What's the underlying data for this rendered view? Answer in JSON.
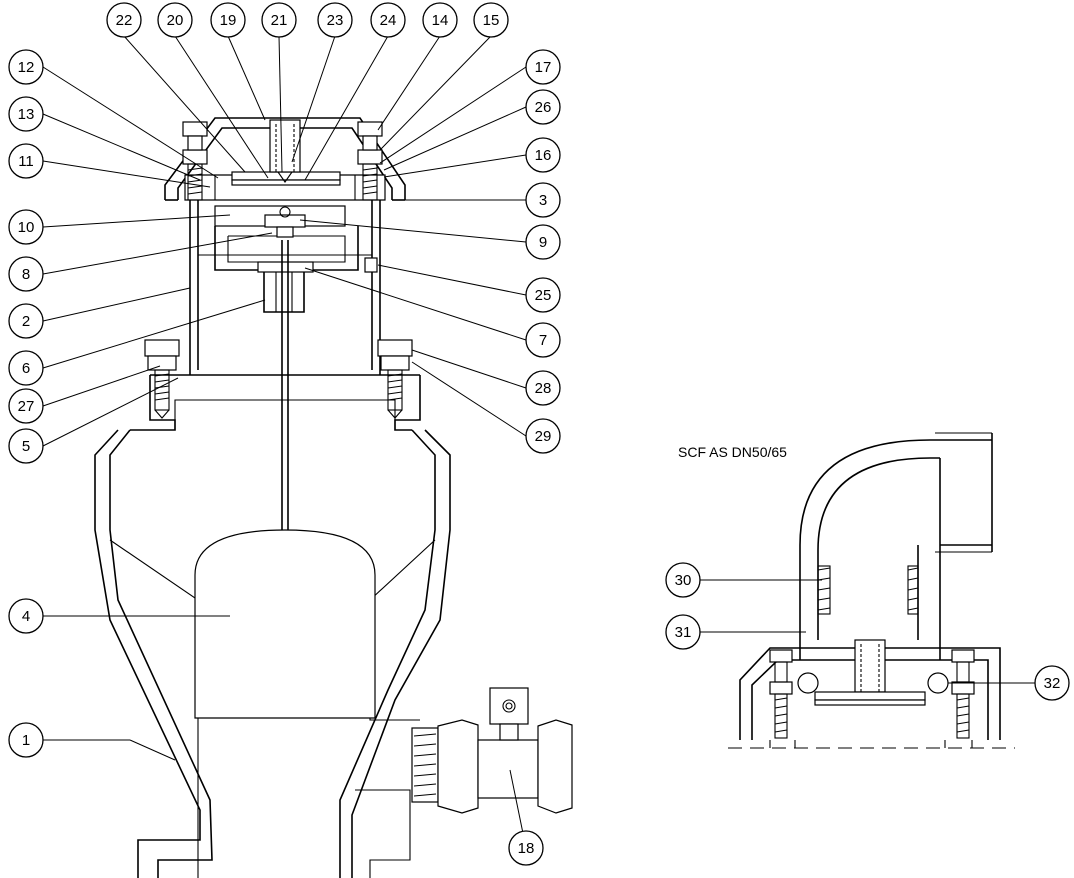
{
  "caption": "SCF AS DN50/65",
  "callouts": {
    "c1": "1",
    "c2": "2",
    "c3": "3",
    "c4": "4",
    "c5": "5",
    "c6": "6",
    "c7": "7",
    "c8": "8",
    "c9": "9",
    "c10": "10",
    "c11": "11",
    "c12": "12",
    "c13": "13",
    "c14": "14",
    "c15": "15",
    "c16": "16",
    "c17": "17",
    "c18": "18",
    "c19": "19",
    "c20": "20",
    "c21": "21",
    "c22": "22",
    "c23": "23",
    "c24": "24",
    "c25": "25",
    "c26": "26",
    "c27": "27",
    "c28": "28",
    "c29": "29",
    "c30": "30",
    "c31": "31",
    "c32": "32"
  }
}
